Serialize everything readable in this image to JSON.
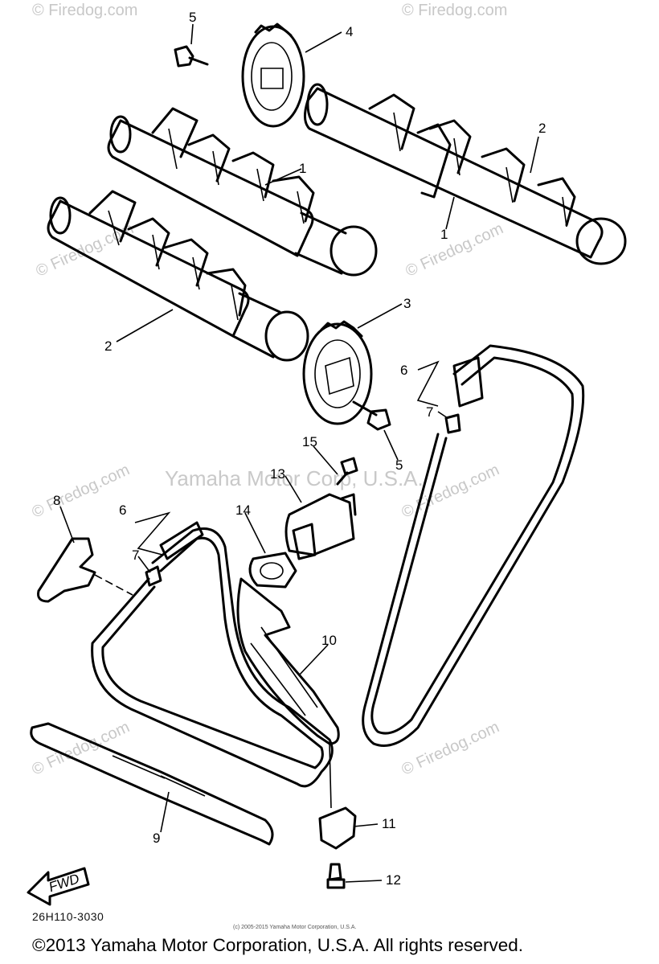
{
  "watermark": {
    "site": "© Firedog.com",
    "center": "Yamaha Motor Corp, U.S.A."
  },
  "callouts": {
    "c1a": "1",
    "c1b": "1",
    "c2a": "2",
    "c2b": "2",
    "c3": "3",
    "c4": "4",
    "c5a": "5",
    "c5b": "5",
    "c6a": "6",
    "c6b": "6",
    "c7a": "7",
    "c7b": "7",
    "c8": "8",
    "c9": "9",
    "c10": "10",
    "c11": "11",
    "c12": "12",
    "c13": "13",
    "c14": "14",
    "c15": "15"
  },
  "fwd_label": "FWD",
  "part_number": "26H110-3030",
  "small_copyright": "(c) 2005-2015 Yamaha Motor Corporation, U.S.A.",
  "copyright": "©2013 Yamaha Motor Corporation, U.S.A. All rights reserved."
}
